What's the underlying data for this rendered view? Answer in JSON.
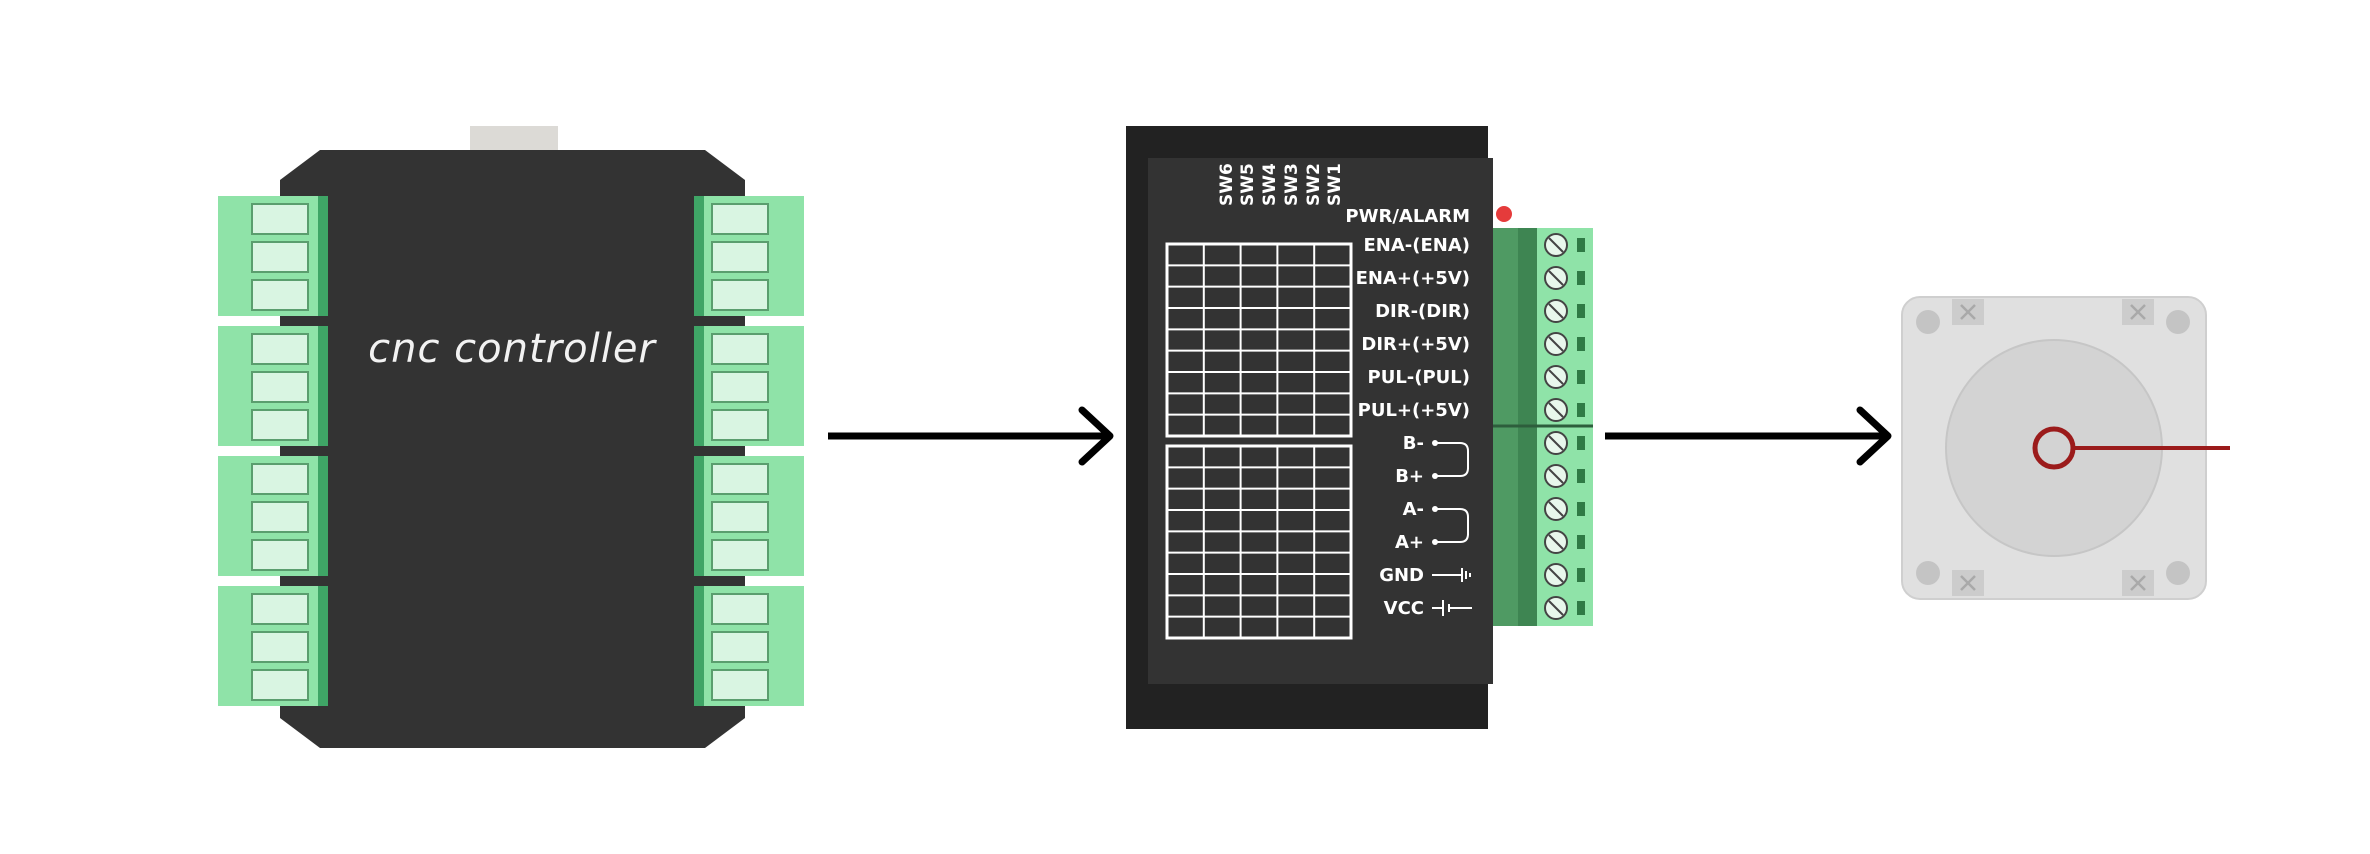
{
  "controller": {
    "title": "cnc controller",
    "colors": {
      "body": "#333333",
      "terminal": "#8fe3a8",
      "terminal_dark": "#3fa566",
      "usb": "#dcdad6"
    }
  },
  "driver": {
    "dip_labels": [
      "SW6",
      "SW5",
      "SW4",
      "SW3",
      "SW2",
      "SW1"
    ],
    "status_label": "PWR/ALARM",
    "pins": [
      {
        "label": "ENA-(ENA)",
        "symbol": ""
      },
      {
        "label": "ENA+(+5V)",
        "symbol": ""
      },
      {
        "label": "DIR-(DIR)",
        "symbol": ""
      },
      {
        "label": "DIR+(+5V)",
        "symbol": ""
      },
      {
        "label": "PUL-(PUL)",
        "symbol": ""
      },
      {
        "label": "PUL+(+5V)",
        "symbol": ""
      },
      {
        "label": "B-",
        "symbol": "coil-top"
      },
      {
        "label": "B+",
        "symbol": "coil-bottom"
      },
      {
        "label": "A-",
        "symbol": "coil-top"
      },
      {
        "label": "A+",
        "symbol": "coil-bottom"
      },
      {
        "label": "GND",
        "symbol": "ground"
      },
      {
        "label": "VCC",
        "symbol": "supply"
      }
    ],
    "colors": {
      "body": "#333333",
      "frame": "#222222",
      "terminal": "#8fe3a8",
      "terminal_dark": "#4f9a63",
      "led": "#e53b3b"
    }
  },
  "motor": {
    "colors": {
      "plate": "#e0e0e0",
      "face": "#d3d3d3",
      "shaft": "#9b1b1b"
    }
  },
  "arrows": [
    {
      "from": "controller",
      "to": "driver",
      "icon": "arrow-right-icon"
    },
    {
      "from": "driver",
      "to": "motor",
      "icon": "arrow-right-icon"
    }
  ]
}
